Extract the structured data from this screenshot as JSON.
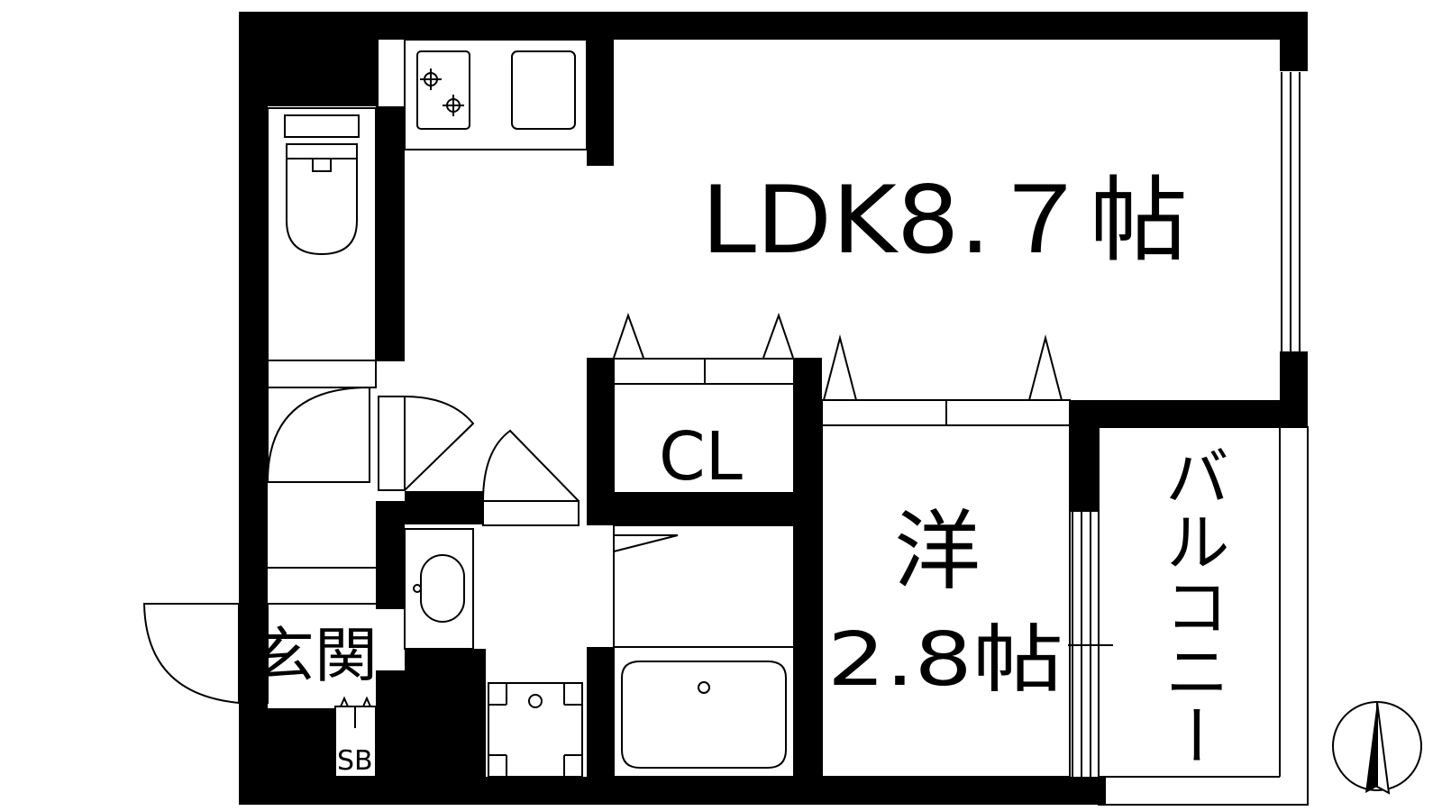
{
  "rooms": {
    "ldk": {
      "label": "LDK8.７帖"
    },
    "western": {
      "name": "洋",
      "size": "2.8帖"
    },
    "closet": {
      "label": "CL"
    },
    "entrance": {
      "label": "玄関"
    },
    "shoe_box": {
      "label": "SB"
    },
    "balcony": {
      "label": "バルコニー"
    }
  },
  "colors": {
    "wall": "#000000",
    "background": "#ffffff"
  }
}
